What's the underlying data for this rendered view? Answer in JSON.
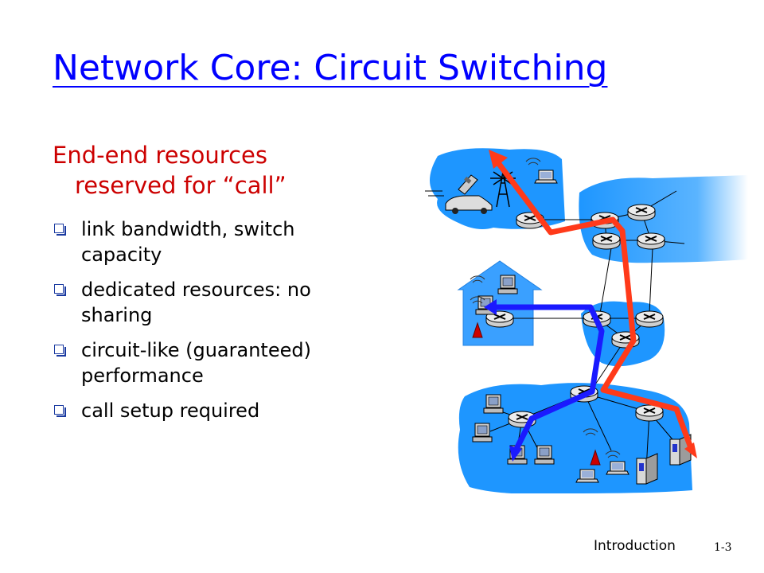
{
  "slide": {
    "title": "Network Core: Circuit Switching",
    "lead_line1": "End-end resources",
    "lead_line2": "reserved for “call”",
    "bullets": [
      "link bandwidth,  switch capacity",
      "dedicated resources: no sharing",
      "circuit-like (guaranteed) performance",
      "call setup required"
    ],
    "footer_label": "Introduction",
    "page_number": "1-3"
  },
  "colors": {
    "title": "#0000ff",
    "lead": "#cc0000",
    "network_cloud": "#1e96ff",
    "circuit_red": "#ff3a1a",
    "circuit_blue": "#1a1aff",
    "home_roof": "#3aa0ff"
  },
  "diagram": {
    "icons": [
      "router-icon",
      "cellphone-icon",
      "car-icon",
      "antenna-tower-icon",
      "laptop-icon",
      "desktop-pc-icon",
      "server-icon",
      "house-icon",
      "wireless-signal-icon"
    ]
  }
}
